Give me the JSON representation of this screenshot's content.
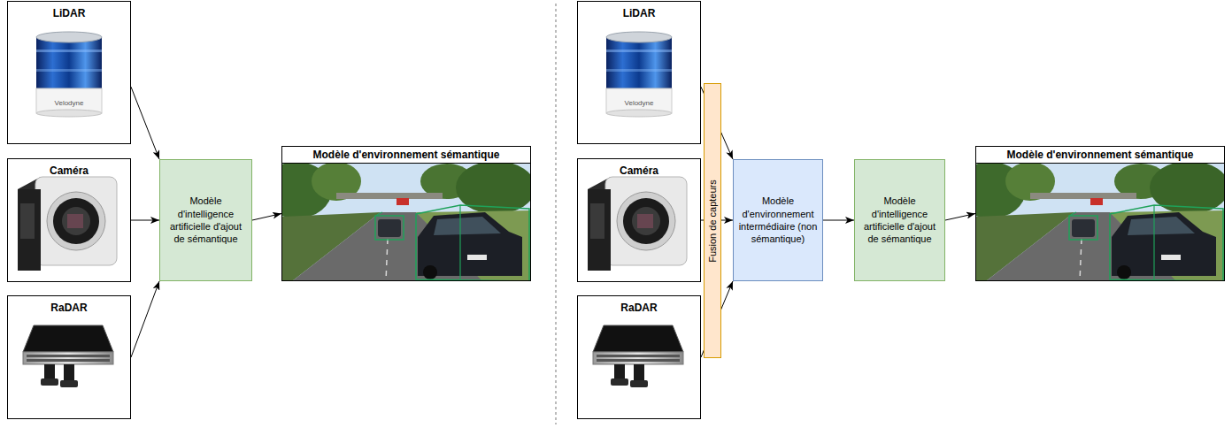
{
  "diagram": {
    "nodes": [
      {
        "text": [
          "LiDAR"
        ]
      },
      {
        "text": [
          "Caméra"
        ]
      },
      {
        "text": [
          "RaDAR"
        ]
      },
      {
        "text": [
          "Modèle d'intelligence artificielle d'ajout de sémantique"
        ]
      },
      {
        "text": [
          "Modèle d'environnement sémantique"
        ]
      },
      {
        "text": [
          "LiDAR"
        ]
      },
      {
        "text": [
          "Caméra"
        ]
      },
      {
        "text": [
          "RaDAR"
        ]
      },
      {
        "text": [
          "Fusion de capteurs"
        ]
      },
      {
        "text": [
          "Modèle d'environnement intermédiaire (non sémantique)"
        ]
      },
      {
        "text": [
          "Modèle d'intelligence artificielle d'ajout de sémantique"
        ]
      },
      {
        "text": [
          "Modèle d'environnement sémantique"
        ]
      }
    ],
    "edges": [
      {
        "from": 0,
        "to": 3,
        "arrow": "to"
      },
      {
        "from": 1,
        "to": 3,
        "arrow": "to"
      },
      {
        "from": 2,
        "to": 3,
        "arrow": "to"
      },
      {
        "from": 3,
        "to": 4,
        "arrow": "to"
      },
      {
        "from": 5,
        "to": 9,
        "arrow": "to"
      },
      {
        "from": 6,
        "to": 9,
        "arrow": "to"
      },
      {
        "from": 7,
        "to": 9,
        "arrow": "to"
      },
      {
        "from": 9,
        "to": 10,
        "arrow": "to"
      },
      {
        "from": 10,
        "to": 11,
        "arrow": "to"
      }
    ],
    "labels": [
      "Velodyne",
      "Velodyne"
    ]
  }
}
